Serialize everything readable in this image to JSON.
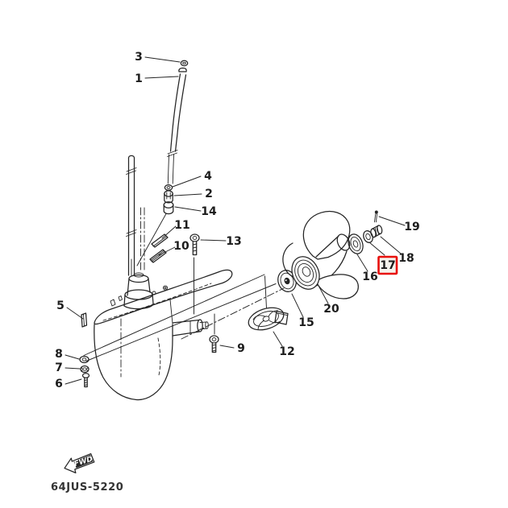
{
  "diagram": {
    "part_code": "64JUS-5220",
    "fwd_arrow_label": "FWD",
    "colors": {
      "highlight_box": "#e8100c",
      "line": "#242424",
      "background": "#ffffff",
      "label_text": "#1c1c1c"
    },
    "callouts": [
      {
        "number": "1",
        "highlighted": false
      },
      {
        "number": "2",
        "highlighted": false
      },
      {
        "number": "3",
        "highlighted": false
      },
      {
        "number": "4",
        "highlighted": false
      },
      {
        "number": "5",
        "highlighted": false
      },
      {
        "number": "6",
        "highlighted": false
      },
      {
        "number": "7",
        "highlighted": false
      },
      {
        "number": "8",
        "highlighted": false
      },
      {
        "number": "9",
        "highlighted": false
      },
      {
        "number": "10",
        "highlighted": false
      },
      {
        "number": "11",
        "highlighted": false
      },
      {
        "number": "12",
        "highlighted": false
      },
      {
        "number": "13",
        "highlighted": false
      },
      {
        "number": "14",
        "highlighted": false
      },
      {
        "number": "15",
        "highlighted": false
      },
      {
        "number": "16",
        "highlighted": false
      },
      {
        "number": "17",
        "highlighted": true
      },
      {
        "number": "18",
        "highlighted": false
      },
      {
        "number": "19",
        "highlighted": false
      },
      {
        "number": "20",
        "highlighted": false
      }
    ]
  }
}
